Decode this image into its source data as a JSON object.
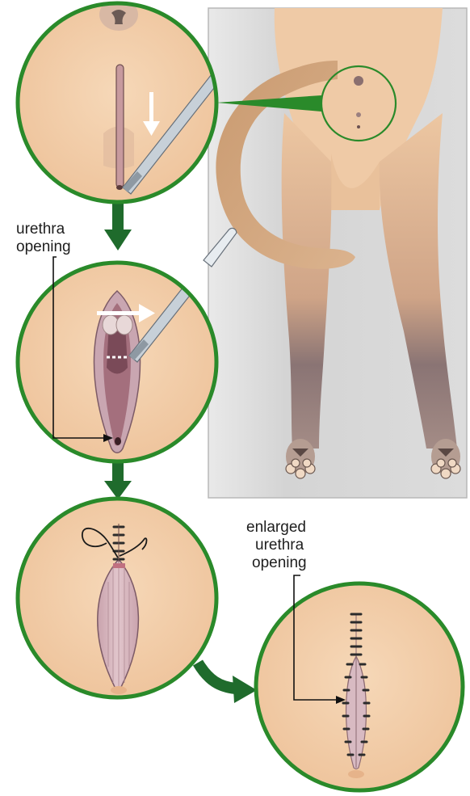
{
  "labels": {
    "urethra_opening": [
      "urethra",
      "opening"
    ],
    "enlarged_urethra_opening": [
      "enlarged",
      "urethra",
      "opening"
    ]
  },
  "colors": {
    "circle_border": "#2a8a2a",
    "step_arrow": "#1f6b2c",
    "skin": "#f3cfaa",
    "fur": "#d9b08a",
    "tissue": "#d6b3bb",
    "backdrop": "#d9d9d9",
    "leader_line": "#111111"
  },
  "steps": [
    {
      "id": "step-1",
      "icon": "scalpel-icon",
      "shows": "incision-line"
    },
    {
      "id": "step-2",
      "icon": "scalpel-icon",
      "shows": "opened-incision"
    },
    {
      "id": "step-3",
      "icon": "suture-needle-icon",
      "shows": "suturing"
    },
    {
      "id": "step-4",
      "icon": "suture-icon",
      "shows": "closed-incision"
    }
  ]
}
